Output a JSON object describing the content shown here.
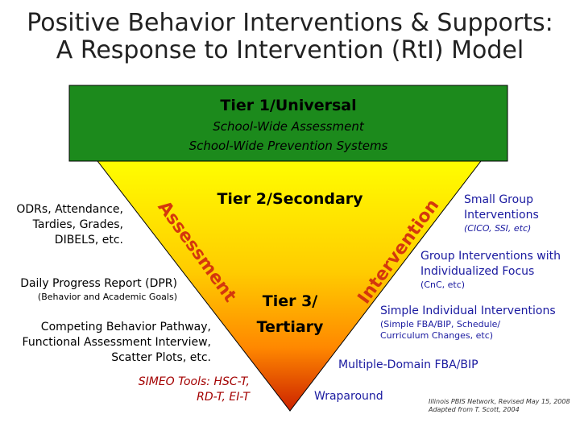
{
  "title": {
    "line1": "Positive Behavior Interventions & Supports:",
    "line2": "A Response to Intervention (RtI) Model"
  },
  "tier1": {
    "heading": "Tier 1/Universal",
    "line1": "School-Wide Assessment",
    "line2": "School-Wide Prevention Systems"
  },
  "tier2": {
    "heading": "Tier 2/Secondary"
  },
  "tier3": {
    "line1": "Tier 3/",
    "line2": "Tertiary"
  },
  "side_labels": {
    "left": "Assessment",
    "right": "Intervention"
  },
  "assessment_items": {
    "odrs": [
      "ODRs, Attendance,",
      "Tardies, Grades,",
      "DIBELS, etc."
    ],
    "dpr": {
      "main": "Daily Progress Report (DPR)",
      "sub": "(Behavior and Academic Goals)"
    },
    "cbp": [
      "Competing Behavior Pathway,",
      "Functional Assessment Interview,",
      "Scatter Plots, etc."
    ],
    "simeo": [
      "SIMEO Tools: HSC-T,",
      "RD-T, EI-T"
    ]
  },
  "intervention_items": {
    "sgi": {
      "lines": [
        "Small Group",
        "Interventions"
      ],
      "sub": "(CICO, SSI, etc)"
    },
    "gif": {
      "lines": [
        "Group Interventions with",
        "Individualized Focus"
      ],
      "sub": "(CnC, etc)"
    },
    "sii": {
      "main": "Simple Individual Interventions",
      "sub1": "(Simple FBA/BIP, Schedule/",
      "sub2": "Curriculum Changes, etc)"
    },
    "mdf": "Multiple-Domain FBA/BIP",
    "wrap": "Wraparound"
  },
  "credit": {
    "line1": "Illinois PBIS Network, Revised May 15, 2008",
    "line2": "Adapted from T. Scott, 2004"
  },
  "colors": {
    "tier1_green": "#1c8a1c",
    "gradient_top": "#ffff00",
    "gradient_mid": "#ff9900",
    "gradient_bottom": "#cc2200",
    "side_label": "#d4380d",
    "intervention_text": "#1a1aa0",
    "simeo_text": "#a30000"
  }
}
